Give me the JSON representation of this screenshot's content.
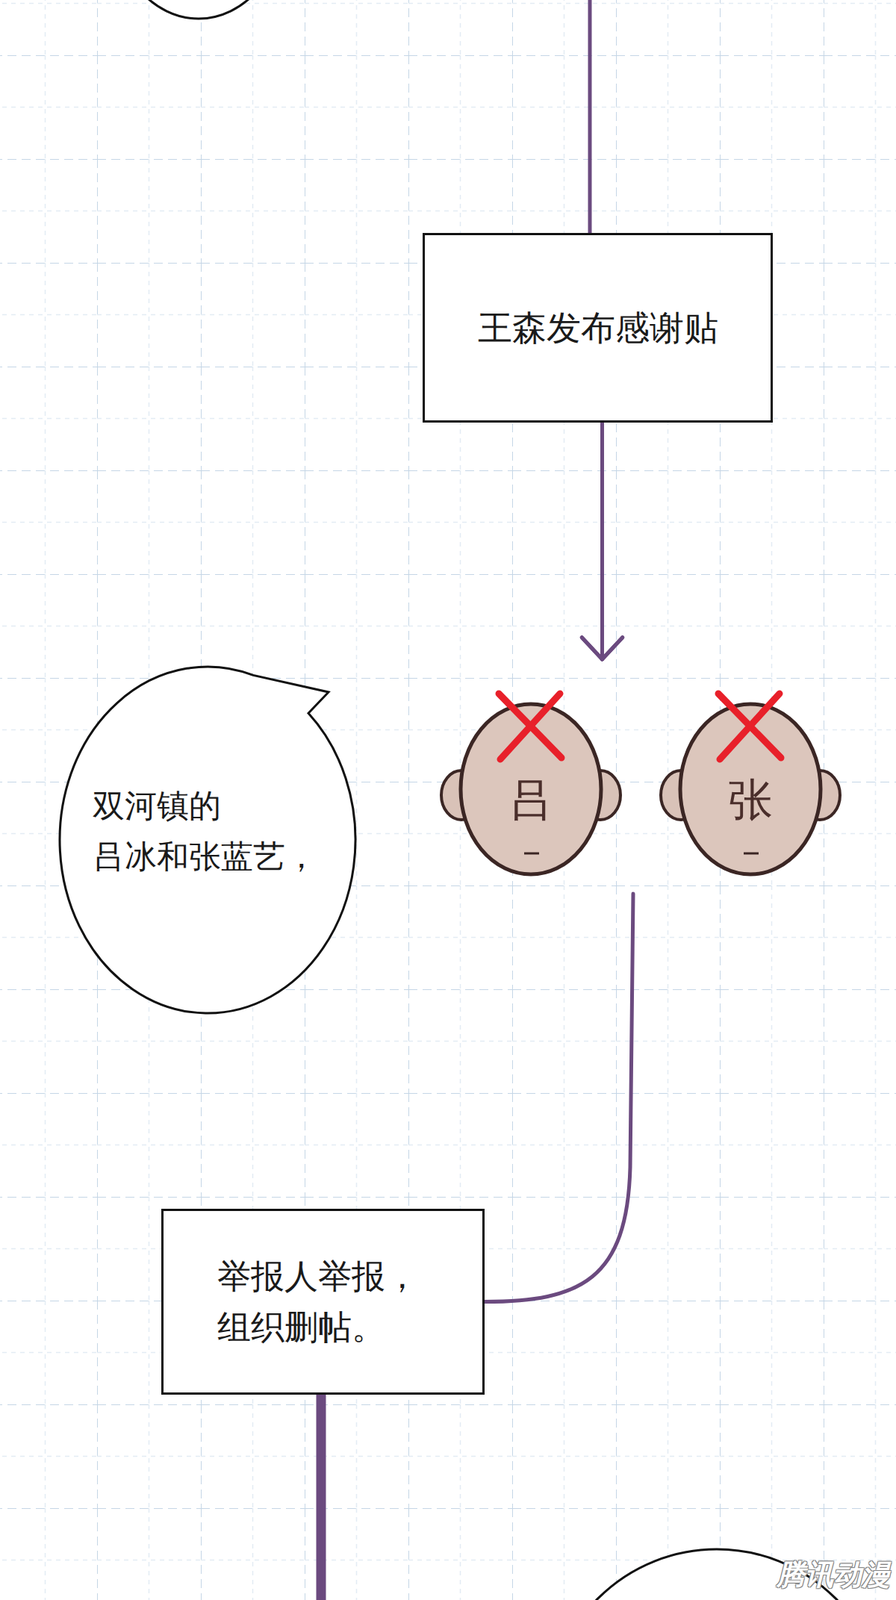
{
  "diagram": {
    "nodes": [
      {
        "text": [
          "王森发布感谢贴"
        ]
      },
      {
        "text": [
          "双河镇的 吕冰和张蓝艺，"
        ]
      },
      {
        "text": [
          "吕"
        ]
      },
      {
        "text": [
          "张"
        ]
      },
      {
        "text": [
          "举报人举报， 组织删帖。"
        ]
      }
    ],
    "edges": [
      {
        "from": 0,
        "to": 2,
        "arrow": "to"
      },
      {
        "from": 0,
        "to": 3,
        "arrow": "to"
      },
      {
        "from": 3,
        "to": 4,
        "arrow": "none"
      }
    ],
    "labels": [
      "腾讯动漫"
    ]
  }
}
